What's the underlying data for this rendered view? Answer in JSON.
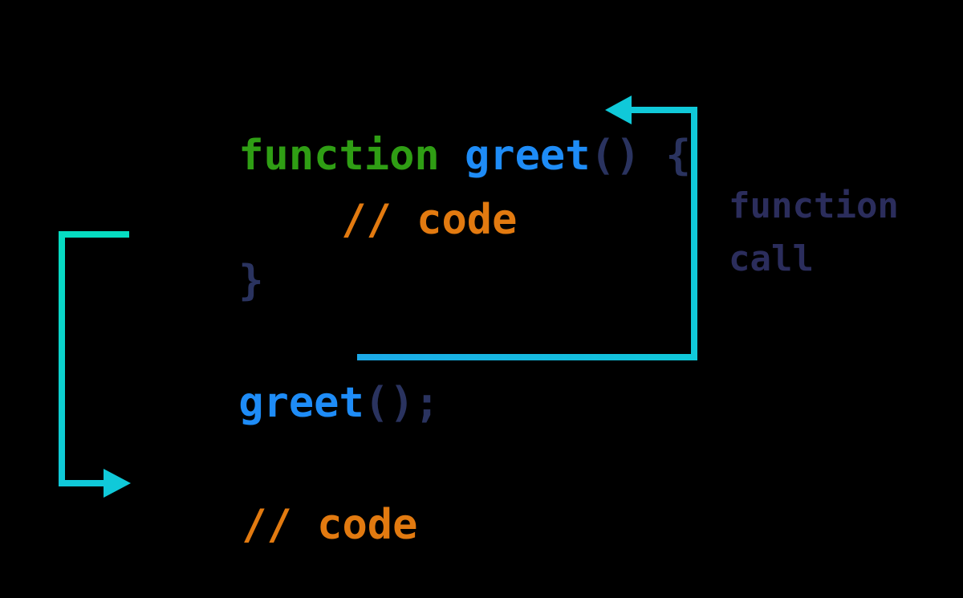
{
  "diagram": {
    "title_semantic": "function call flow diagram",
    "code": {
      "line1": {
        "keyword": "function",
        "space": " ",
        "name": "greet",
        "parens": "()",
        "brace": " {"
      },
      "line2": {
        "comment": "// code"
      },
      "line3": {
        "brace": "}"
      },
      "line4": {
        "name": "greet",
        "punct": "();"
      },
      "line5": {
        "comment": "// code"
      }
    },
    "label": {
      "line1": "function",
      "line2": "call"
    },
    "arrows": [
      {
        "name": "function-call-arrow",
        "from": "greet();",
        "to": "function greet() {"
      },
      {
        "name": "return-flow-arrow",
        "from": "}",
        "to": "// code"
      }
    ]
  },
  "colors": {
    "background": "#000000",
    "keyword_green": "#2F9E14",
    "identifier_blue": "#1E8CF7",
    "punctuation_navy": "#2A335F",
    "comment_orange": "#E27A10",
    "label_navy": "#2B2D5C",
    "arrow_cyan": "#10C9D9",
    "arrow_teal": "#06DCC1",
    "arrow_blue": "#1CA9E8"
  }
}
